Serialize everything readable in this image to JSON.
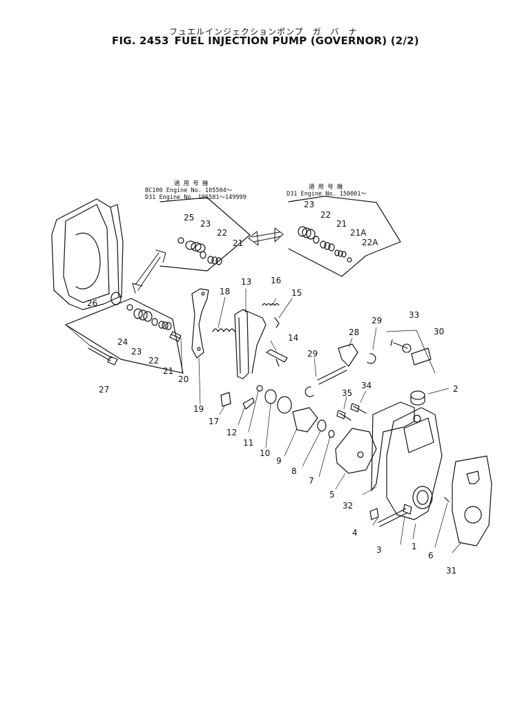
{
  "header": {
    "jp_title": "フュエルインジェクションポンプ　ガ　バ　ナ",
    "fig_no": "FIG. 2453",
    "fig_title": "FUEL INJECTION PUMP (GOVERNOR) (2/2)"
  },
  "notes": {
    "left": {
      "heading": "適 用 号 機",
      "line1": "BC100  Engine  No.  105504～",
      "line2": "D31     Engine  No.  106581～149999"
    },
    "right": {
      "heading": "適 用 号 機",
      "line1": "D31   Engine  No.  150001～"
    }
  },
  "part_labels": [
    "1",
    "2",
    "3",
    "4",
    "5",
    "6",
    "7",
    "8",
    "9",
    "10",
    "11",
    "12",
    "13",
    "14",
    "15",
    "16",
    "17",
    "18",
    "19",
    "20",
    "21",
    "22",
    "23",
    "24",
    "25",
    "26",
    "27",
    "28",
    "29",
    "30",
    "31",
    "32",
    "33",
    "34",
    "35",
    "21A",
    "22A"
  ],
  "callouts": {
    "l1": "1",
    "l2": "2",
    "l3": "3",
    "l4": "4",
    "l5": "5",
    "l6": "6",
    "l7": "7",
    "l8": "8",
    "l9": "9",
    "l10": "10",
    "l11": "11",
    "l12": "12",
    "l13": "13",
    "l14": "14",
    "l15": "15",
    "l16": "16",
    "l17": "17",
    "l18": "18",
    "l19": "19",
    "l20": "20",
    "l21a": "21",
    "l22a": "22",
    "l23a": "23",
    "l24": "24",
    "l25": "25",
    "l26": "26",
    "l27": "27",
    "l28": "28",
    "l29a": "29",
    "l29b": "29",
    "l30": "30",
    "l31": "31",
    "l32": "32",
    "l33": "33",
    "l34": "34",
    "l35": "35",
    "l23b": "23",
    "l22b": "22",
    "l21b": "21",
    "l23c": "23",
    "l22c": "22",
    "l21c": "21",
    "l21A": "21A",
    "l22A": "22A"
  }
}
